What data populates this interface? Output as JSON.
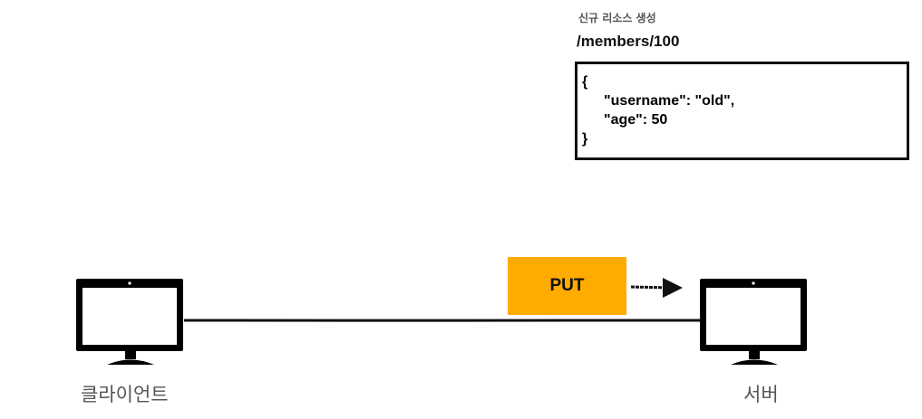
{
  "request": {
    "caption": "신규 리소스 생성",
    "path": "/members/100",
    "body_lines": {
      "open": "{",
      "username": "\"username\": \"old\",",
      "age": "\"age\": 50",
      "close": "}"
    },
    "method": "PUT"
  },
  "nodes": {
    "client": "클라이언트",
    "server": "서버"
  },
  "colors": {
    "method_badge": "#ffab00",
    "line": "#111111"
  }
}
